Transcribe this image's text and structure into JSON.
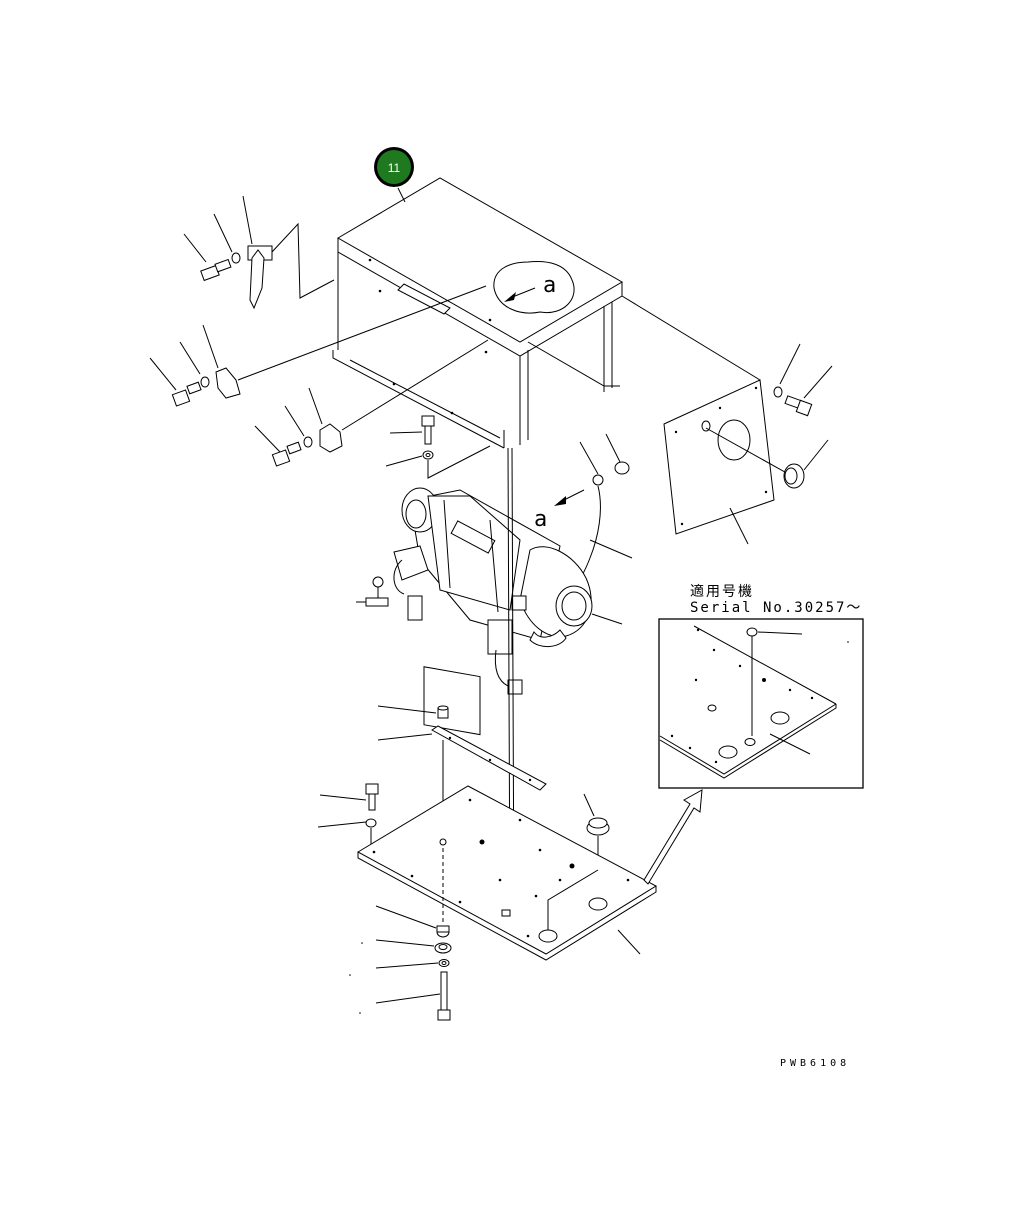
{
  "callouts": {
    "badge_number": "11",
    "view_label_a_top": "a",
    "view_label_a_mid": "a"
  },
  "inset": {
    "title_jp": "適用号機",
    "serial": "Serial No.30257～"
  },
  "drawing_code": "PWB6108",
  "colors": {
    "badge_fill": "#1f7a1f",
    "badge_ring": "#000000",
    "line": "#000000",
    "background": "#ffffff"
  }
}
